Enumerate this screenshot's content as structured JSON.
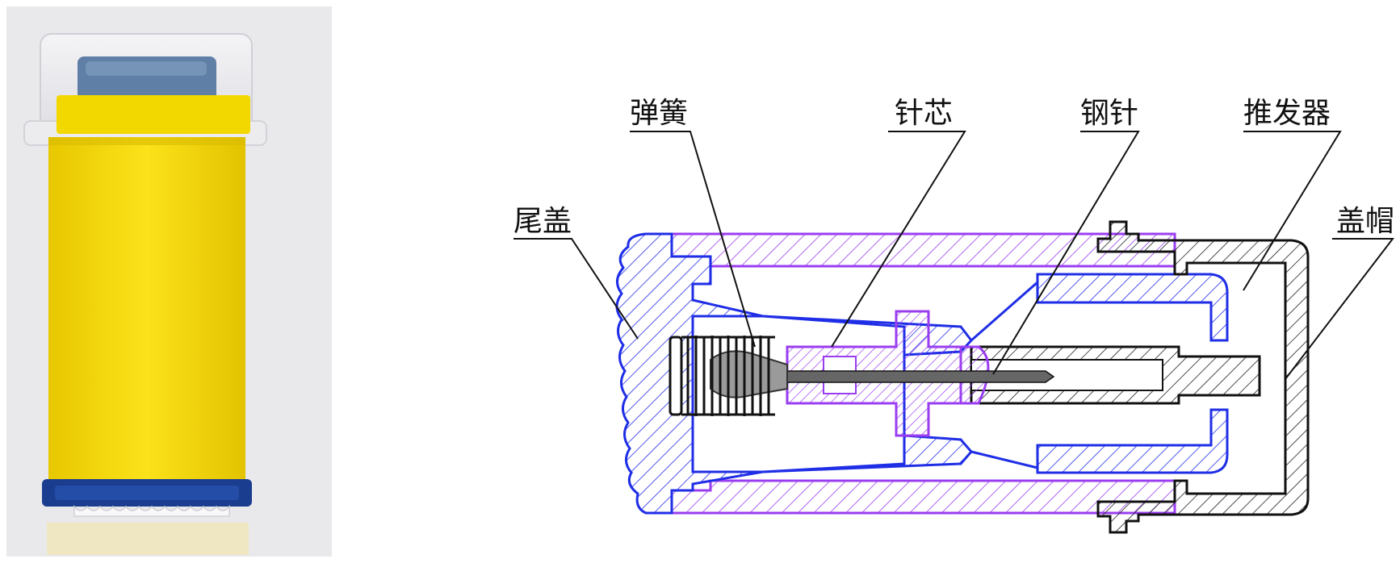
{
  "labels": {
    "spring": "弹簧",
    "needle_core": "针芯",
    "steel_needle": "钢针",
    "pusher": "推发器",
    "tail_cap": "尾盖",
    "cover_cap": "盖帽"
  },
  "colors": {
    "background": "#ffffff",
    "photo_background": "#e9e9ec",
    "yellow_body": "#f5d800",
    "blue_base": "#1b3d8f",
    "blue_window": "#5f7fa6",
    "outline_blue": "#1f2ee6",
    "outline_purple": "#9a3df0",
    "outline_black": "#111111"
  }
}
